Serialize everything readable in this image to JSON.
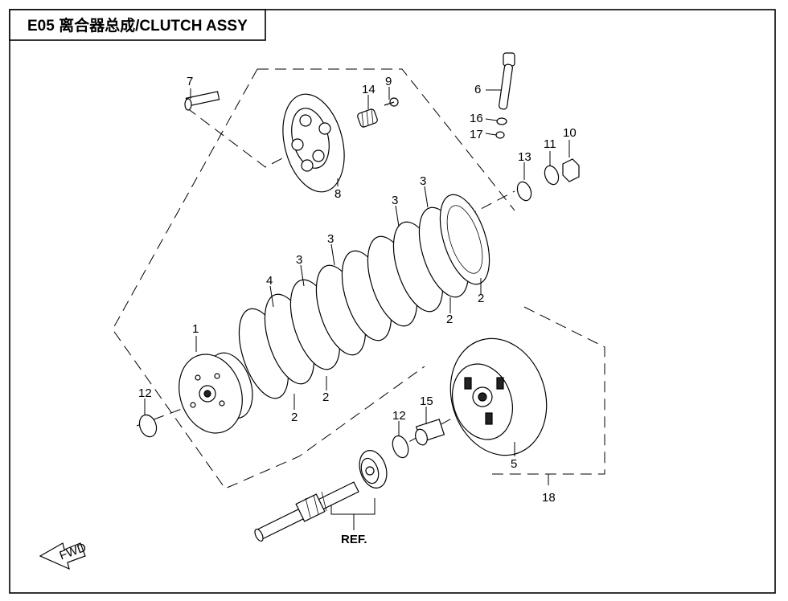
{
  "title": "E05 离合器总成/CLUTCH ASSY",
  "fwd_label": "FWD",
  "ref_label": "REF.",
  "callouts": [
    {
      "id": "c1",
      "text": "1"
    },
    {
      "id": "c2a",
      "text": "2"
    },
    {
      "id": "c2b",
      "text": "2"
    },
    {
      "id": "c2c",
      "text": "2"
    },
    {
      "id": "c2d",
      "text": "2"
    },
    {
      "id": "c3a",
      "text": "3"
    },
    {
      "id": "c3b",
      "text": "3"
    },
    {
      "id": "c3c",
      "text": "3"
    },
    {
      "id": "c3d",
      "text": "3"
    },
    {
      "id": "c4",
      "text": "4"
    },
    {
      "id": "c5",
      "text": "5"
    },
    {
      "id": "c6",
      "text": "6"
    },
    {
      "id": "c7",
      "text": "7"
    },
    {
      "id": "c8",
      "text": "8"
    },
    {
      "id": "c9",
      "text": "9"
    },
    {
      "id": "c10",
      "text": "10"
    },
    {
      "id": "c11",
      "text": "11"
    },
    {
      "id": "c12a",
      "text": "12"
    },
    {
      "id": "c12b",
      "text": "12"
    },
    {
      "id": "c13",
      "text": "13"
    },
    {
      "id": "c14",
      "text": "14"
    },
    {
      "id": "c15",
      "text": "15"
    },
    {
      "id": "c16",
      "text": "16"
    },
    {
      "id": "c17",
      "text": "17"
    },
    {
      "id": "c18",
      "text": "18"
    }
  ]
}
